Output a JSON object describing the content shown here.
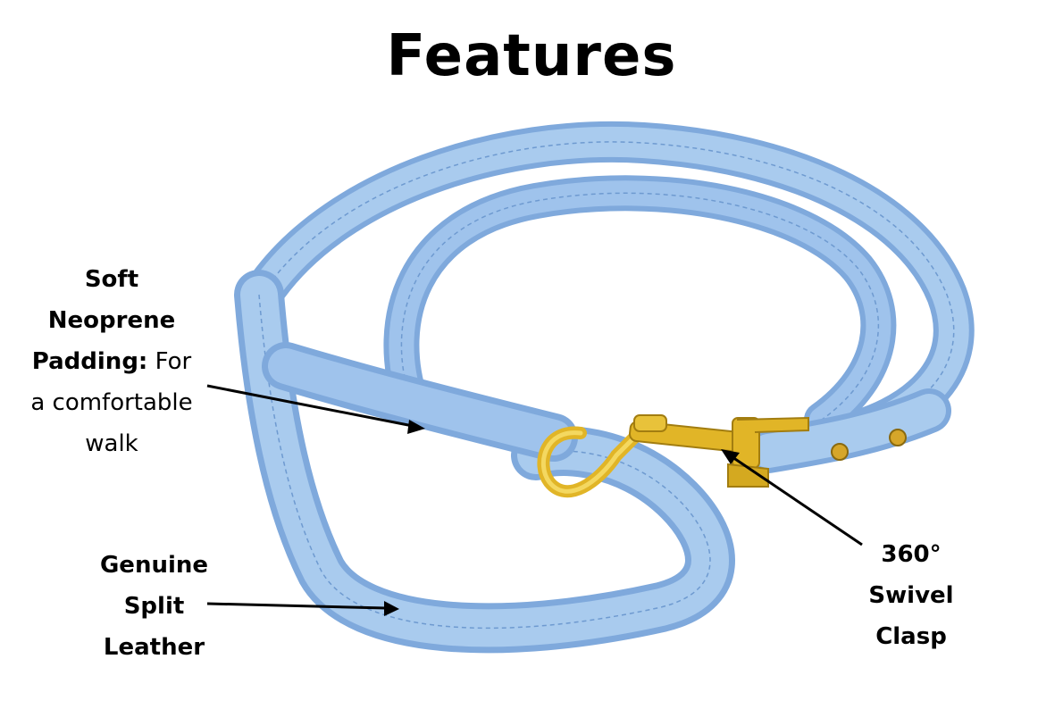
{
  "page": {
    "title": "Features"
  },
  "callouts": {
    "padding": {
      "lines": [
        "Soft",
        "Neoprene",
        "Padding:",
        "For",
        "a comfortable",
        "walk"
      ]
    },
    "leather": {
      "lines": [
        "Genuine",
        "Split",
        "Leather"
      ]
    },
    "clasp": {
      "lines": [
        "360°",
        "Swivel",
        "Clasp"
      ]
    }
  },
  "colors": {
    "leash": "#8fb8e6",
    "leash_light": "#a9cbee",
    "leash_dark": "#6e9ad0",
    "clasp": "#e1b527",
    "arrow": "#000000"
  }
}
